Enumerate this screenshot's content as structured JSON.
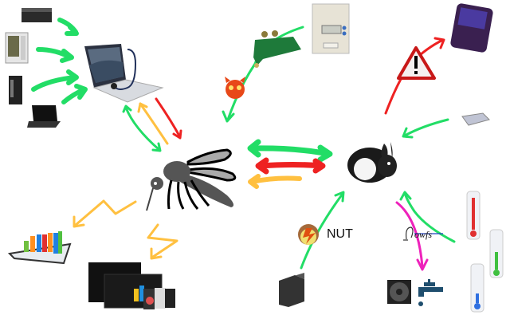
{
  "labels": {
    "nut": "NUT",
    "owfs": "owfs"
  },
  "colors": {
    "green": "#22dd66",
    "red": "#ee2222",
    "orange": "#ffc040",
    "magenta": "#ee22bb"
  },
  "nodes": [
    {
      "id": "mosquitto-broker",
      "icon": "mosquito-icon"
    },
    {
      "id": "rabbit-hub",
      "icon": "rabbit-icon"
    },
    {
      "id": "laptop-monitor",
      "icon": "laptop-stethoscope-icon"
    },
    {
      "id": "desktop-small",
      "icon": "desktop-icon"
    },
    {
      "id": "tower-server",
      "icon": "server-tower-icon"
    },
    {
      "id": "mini-tower",
      "icon": "mini-tower-icon"
    },
    {
      "id": "notebook",
      "icon": "notebook-icon"
    },
    {
      "id": "circuit-board",
      "icon": "pcb-icon"
    },
    {
      "id": "power-meter",
      "icon": "power-meter-icon"
    },
    {
      "id": "freebsd-daemon",
      "icon": "daemon-icon"
    },
    {
      "id": "smartphone",
      "icon": "smartphone-icon"
    },
    {
      "id": "warning",
      "icon": "warning-icon"
    },
    {
      "id": "router",
      "icon": "router-icon"
    },
    {
      "id": "nut-ups-tool",
      "icon": "nut-icon"
    },
    {
      "id": "ups",
      "icon": "ups-icon"
    },
    {
      "id": "owfs",
      "icon": "owfs-icon"
    },
    {
      "id": "fan",
      "icon": "fan-icon"
    },
    {
      "id": "water-tap",
      "icon": "tap-icon"
    },
    {
      "id": "thermometer-red",
      "icon": "thermometer-icon"
    },
    {
      "id": "thermometer-green",
      "icon": "thermometer-icon"
    },
    {
      "id": "thermometer-blue",
      "icon": "thermometer-icon"
    },
    {
      "id": "chart-tablet",
      "icon": "bar-chart-icon"
    },
    {
      "id": "dashboard-devices",
      "icon": "dashboard-icon"
    }
  ]
}
